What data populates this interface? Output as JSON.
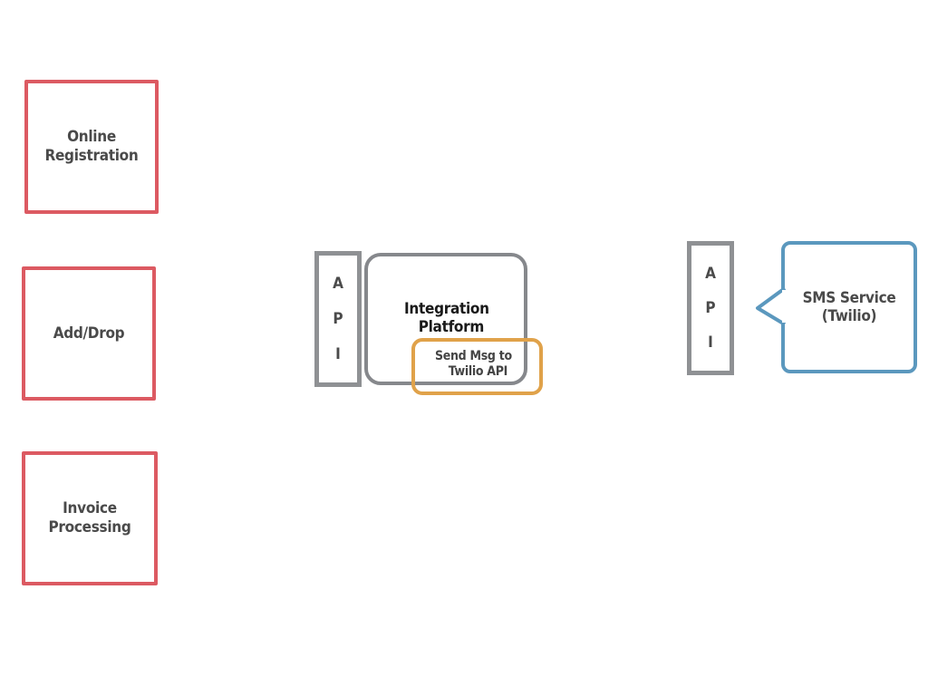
{
  "diagram": {
    "source_systems": [
      {
        "label_line1": "Online",
        "label_line2": "Registration"
      },
      {
        "label_line1": "Add/Drop",
        "label_line2": ""
      },
      {
        "label_line1": "Invoice",
        "label_line2": "Processing"
      }
    ],
    "integration_api": {
      "letters": [
        "A",
        "P",
        "I"
      ]
    },
    "integration_platform": {
      "label_line1": "Integration",
      "label_line2": "Platform"
    },
    "send_msg_component": {
      "label_line1": "Send Msg to",
      "label_line2": "Twilio API"
    },
    "sms_api": {
      "letters": [
        "A",
        "P",
        "I"
      ]
    },
    "sms_service": {
      "label_line1": "SMS Service",
      "label_line2": "(Twilio)"
    },
    "colors": {
      "source_border": "#dc5a62",
      "api_border": "#8f9194",
      "platform_border": "#86888c",
      "send_msg_border": "#e0a24a",
      "sms_border": "#5b98be"
    }
  }
}
